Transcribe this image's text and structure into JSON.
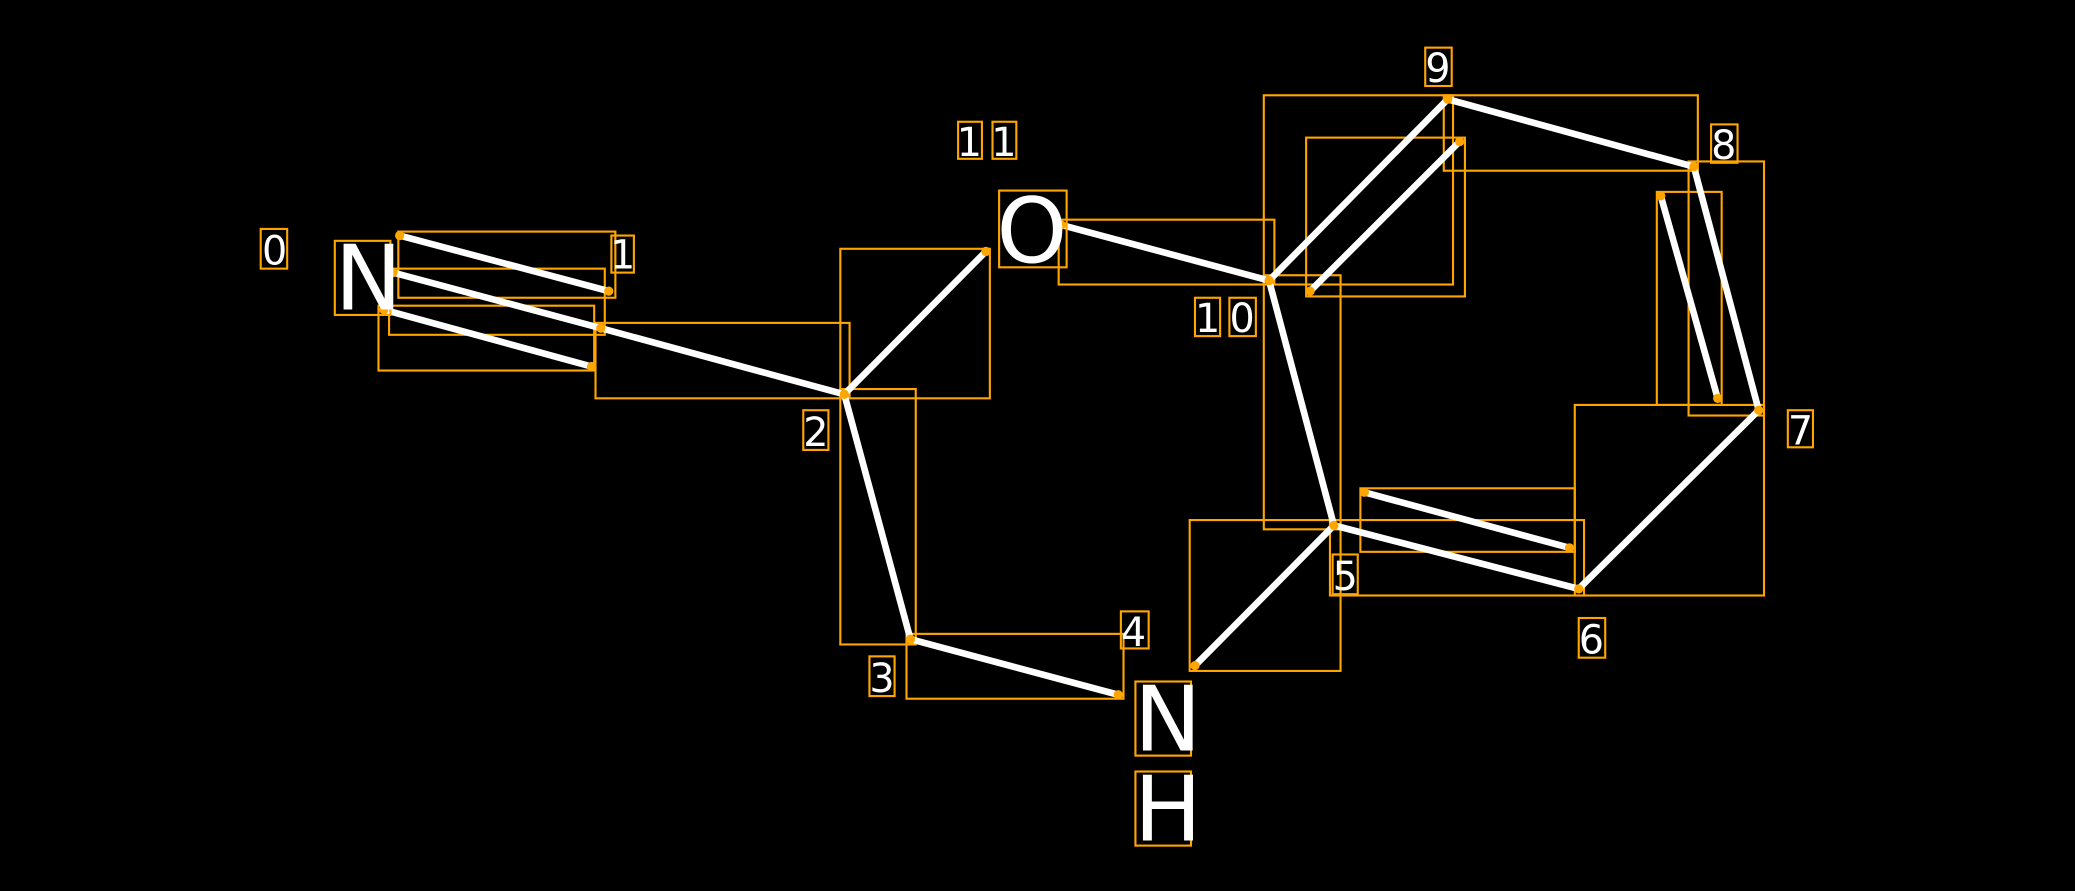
{
  "diagram": {
    "type": "molecule-annotation",
    "colors": {
      "background": "#000000",
      "bond": "#FFFFFF",
      "box": "#FFA500"
    },
    "atoms": {
      "n_nitrile": "N",
      "o_ring": "O",
      "n_amine": "N",
      "h_amine": "H"
    },
    "indices": [
      "0",
      "1",
      "2",
      "3",
      "4",
      "5",
      "6",
      "7",
      "8",
      "9",
      "10",
      "11"
    ]
  }
}
